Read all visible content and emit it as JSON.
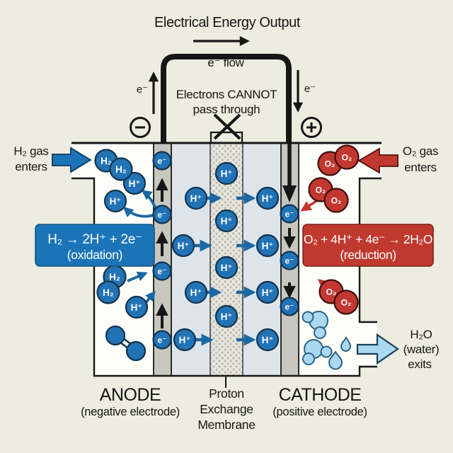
{
  "colors": {
    "background": "#EDECE0",
    "chamber_white": "#FDFDF9",
    "electrode_gray": "#C7C7C0",
    "diffusion_blue": "#DEE5EA",
    "membrane_base": "#E7E7DF",
    "membrane_dot": "#BDBDB1",
    "brand_blue": "#1C74B8",
    "brand_red": "#C0392E",
    "particle_blue": "#2273B6",
    "particle_red": "#C23831",
    "water_blue": "#A9D8F3",
    "ink_black": "#161616"
  },
  "top": {
    "title": "Electrical Energy Output",
    "eflow": "e⁻ flow",
    "electron": "e⁻",
    "cannot1": "Electrons CANNOT",
    "cannot2": "pass through"
  },
  "left": {
    "gas1": "H₂ gas",
    "gas2": "enters",
    "rx1": "H₂ → 2H⁺ + 2e⁻",
    "rx2": "(oxidation)"
  },
  "right": {
    "gas1": "O₂ gas",
    "gas2": "enters",
    "rx1": "O₂ + 4H⁺ + 4e⁻ → 2H₂O",
    "rx2": "(reduction)",
    "water1": "H₂O",
    "water2": "(water)",
    "water3": "exits"
  },
  "bottom": {
    "anode": "ANODE",
    "anode_sub": "(negative electrode)",
    "mem1": "Proton",
    "mem2": "Exchange",
    "mem3": "Membrane",
    "cathode": "CATHODE",
    "cathode_sub": "(positive electrode)"
  },
  "particles": {
    "h2": "H₂",
    "hplus": "H⁺",
    "electron": "e⁻",
    "o2": "O₂"
  }
}
